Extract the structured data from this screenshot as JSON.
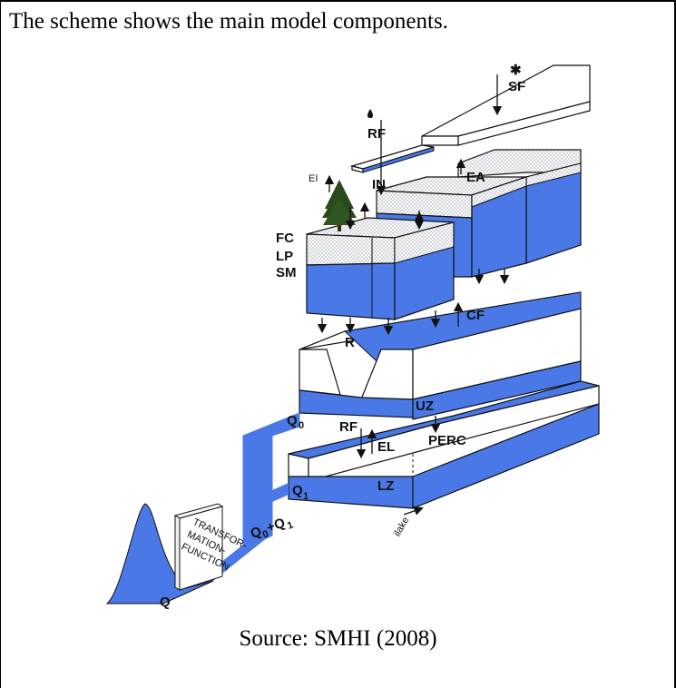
{
  "caption": "The scheme shows the main model components.",
  "source": "Source: SMHI (2008)",
  "labels": {
    "sf": "SF",
    "rf_top": "RF",
    "ei": "EI",
    "ea": "EA",
    "in": "IN",
    "fc": "FC",
    "lp": "LP",
    "sm": "SM",
    "cf": "CF",
    "r": "R",
    "uz": "UZ",
    "q0": "Q",
    "q0_sub": "0",
    "rf_mid": "RF",
    "el": "EL",
    "perc": "PERC",
    "q1": "Q",
    "q1_sub": "1",
    "lz": "LZ",
    "ilake": "ilake",
    "q0q1_a": "Q",
    "q0q1_sub0": "0",
    "q0q1_plus": "+Q",
    "q0q1_sub1": "1",
    "q": "Q",
    "transform_1": "TRANSFOR-",
    "transform_2": "MATION-",
    "transform_3": "FUNCTION"
  },
  "colors": {
    "water": "#4a78e6",
    "soil": "#eef0f2",
    "line": "#111111"
  }
}
